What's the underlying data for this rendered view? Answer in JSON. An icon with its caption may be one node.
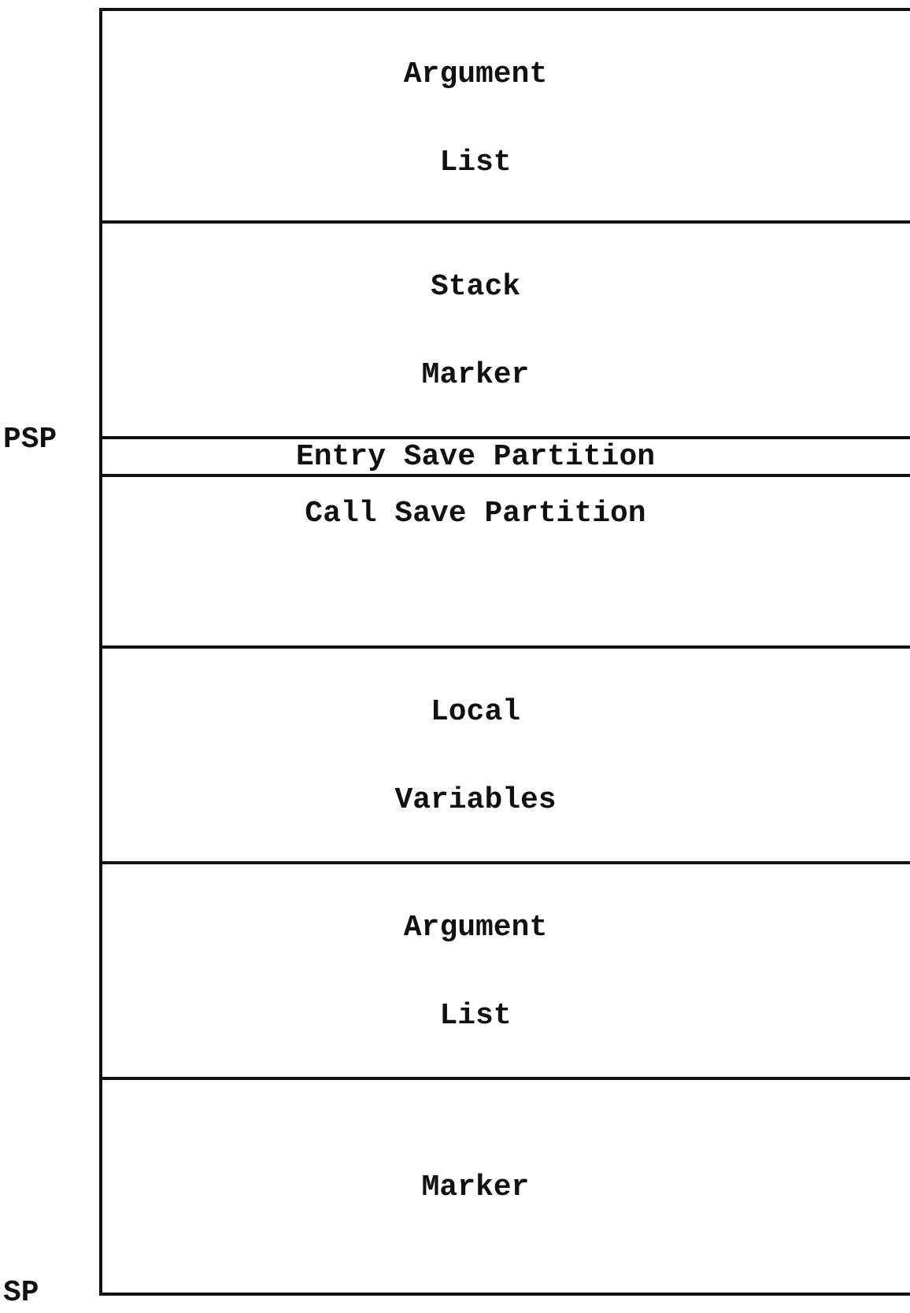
{
  "diagram": {
    "nodes": [
      {
        "text": [
          "Argument List"
        ]
      },
      {
        "text": [
          "Stack Marker"
        ]
      },
      {
        "text": [
          "Entry Save Partition"
        ]
      },
      {
        "text": [
          "Call Save Partition"
        ]
      },
      {
        "text": [
          "Local Variables"
        ]
      },
      {
        "text": [
          "Argument List"
        ]
      },
      {
        "text": [
          "Marker"
        ]
      }
    ],
    "labels": [
      "PSP",
      "SP"
    ]
  }
}
